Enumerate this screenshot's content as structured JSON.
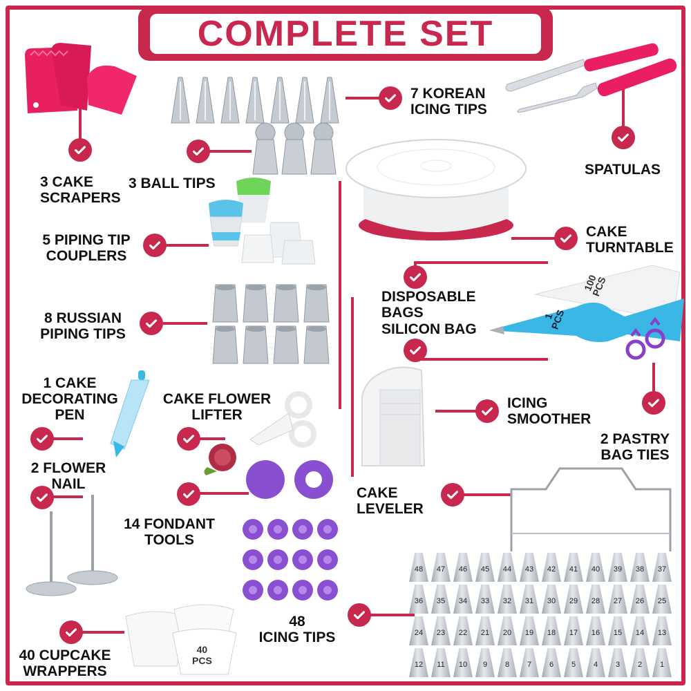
{
  "title": "COMPLETE SET",
  "labels": {
    "cake_scrapers": "3 CAKE\nSCRAPERS",
    "korean_tips": "7 KOREAN\nICING TIPS",
    "spatulas": "SPATULAS",
    "ball_tips": "3 BALL TIPS",
    "couplers": "5 PIPING TIP\nCOUPLERS",
    "turntable": "CAKE\nTURNTABLE",
    "disposable_bags": "DISPOSABLE\nBAGS",
    "silicon_bag": "SILICON BAG",
    "russian_tips": "8 RUSSIAN\nPIPING TIPS",
    "decorating_pen": "1 CAKE\nDECORATING\nPEN",
    "flower_lifter": "CAKE FLOWER\nLIFTER",
    "icing_smoother": "ICING\nSMOOTHER",
    "pastry_bag_ties": "2 PASTRY\nBAG TIES",
    "flower_nail": "2 FLOWER\nNAIL",
    "cake_leveler": "CAKE\nLEVELER",
    "fondant_tools": "14 FONDANT\nTOOLS",
    "icing_tips": "48\nICING TIPS",
    "cupcake_wrappers": "40 CUPCAKE\nWRAPPERS"
  },
  "product_marks": {
    "bag_100": "100\nPCS",
    "bag_1": "1\nPCS",
    "wrapper_40": "40\nPCS"
  },
  "icing_tip_numbers": [
    [
      "48",
      "47",
      "46",
      "45",
      "44",
      "43",
      "42",
      "41",
      "40",
      "39",
      "38",
      "37"
    ],
    [
      "36",
      "35",
      "34",
      "33",
      "32",
      "31",
      "30",
      "29",
      "28",
      "27",
      "26",
      "25"
    ],
    [
      "24",
      "23",
      "22",
      "21",
      "20",
      "19",
      "18",
      "17",
      "16",
      "15",
      "14",
      "13"
    ],
    [
      "12",
      "11",
      "10",
      "9",
      "8",
      "7",
      "6",
      "5",
      "4",
      "3",
      "2",
      "1"
    ]
  ],
  "colors": {
    "accent": "#c8274e",
    "scraper_pink": "#e8205f",
    "coupler_blue": "#5cc3e8",
    "coupler_green": "#6fd45a",
    "fondant_purple": "#8a4fd1",
    "bag_blue": "#3bb7e6"
  }
}
